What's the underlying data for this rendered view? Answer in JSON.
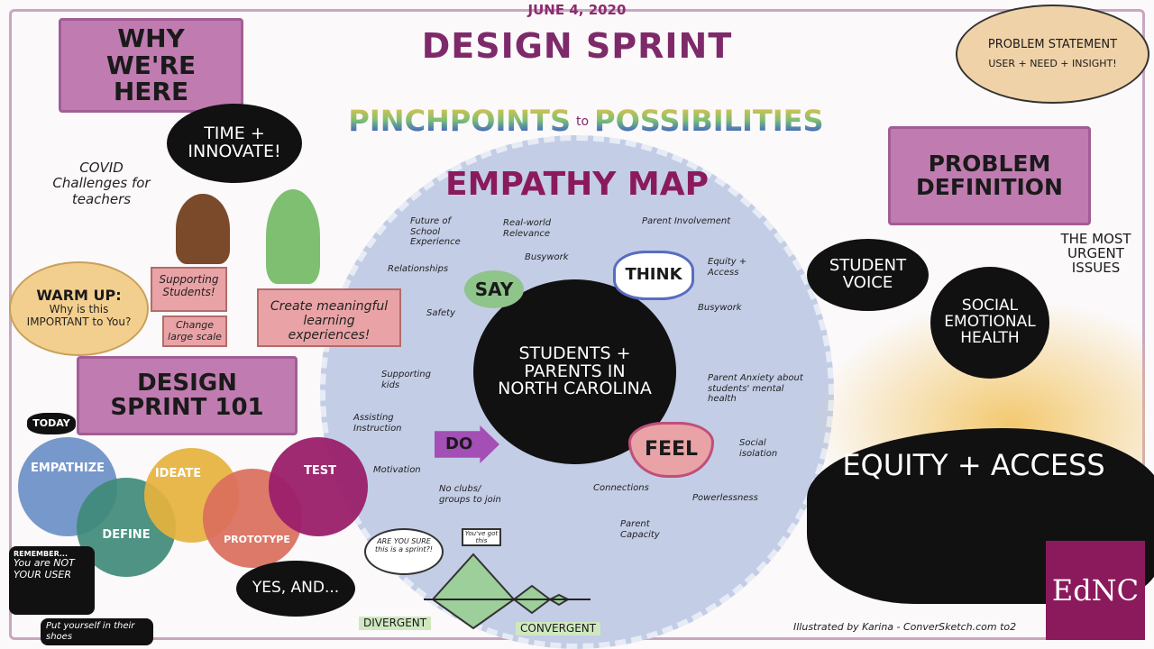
{
  "header": {
    "date": "JUNE 4, 2020",
    "title": "DESIGN SPRINT",
    "subtitle_left": "PINCHPOINTS",
    "subtitle_joiner": "to",
    "subtitle_right": "POSSIBILITIES"
  },
  "empathy_map": {
    "title": "EMPATHY MAP",
    "center": "STUDENTS + PARENTS in NORTH CAROLINA",
    "say": {
      "label": "SAY",
      "items": [
        "Future of School Experience",
        "Real-world Relevance",
        "Busywork",
        "Relationships",
        "Safety"
      ]
    },
    "think": {
      "label": "THINK",
      "items": [
        "Parent Involvement",
        "Equity + Access",
        "Busywork"
      ]
    },
    "do": {
      "label": "DO",
      "items": [
        "Supporting kids",
        "Assisting Instruction",
        "Motivation",
        "No clubs/ groups to join"
      ]
    },
    "feel": {
      "label": "FEEL",
      "items": [
        "Parent Anxiety about students' mental health",
        "Social isolation",
        "Connections",
        "Powerlessness",
        "Parent Capacity"
      ]
    }
  },
  "left": {
    "why": "WHY WE'RE HERE",
    "covid": "COVID Challenges for teachers",
    "time": "TIME + INNOVATE!",
    "warmup_title": "WARM UP:",
    "warmup_text": "Why is this IMPORTANT to You?",
    "supporting": "Supporting Students!",
    "change": "Change large scale",
    "meaningful": "Create meaningful learning experiences!",
    "sprint101": "DESIGN SPRINT 101",
    "today": "TODAY",
    "phases": [
      "EMPATHIZE",
      "DEFINE",
      "IDEATE",
      "PROTOTYPE",
      "TEST"
    ],
    "remember_title": "REMEMBER...",
    "remember_1": "You are NOT YOUR USER",
    "remember_2": "Put yourself in their shoes",
    "yes_and": "YES, AND..."
  },
  "diagram": {
    "question": "ARE YOU SURE this is a sprint?!",
    "encourage": "You've got this",
    "divergent": "DIVERGENT",
    "convergent": "CONVERGENT"
  },
  "right": {
    "statement_title": "PROBLEM STATEMENT",
    "statement_formula": "USER + NEED + INSIGHT!",
    "definition": "PROBLEM DEFINITION",
    "urgent": "THE MOST URGENT ISSUES",
    "voice": "STUDENT VOICE",
    "social": "SOCIAL EMOTIONAL HEALTH",
    "equity": "EQUITY + ACCESS"
  },
  "logo": "EdNC",
  "credit": "Illustrated by Karina - ConverSketch.com to2",
  "colors": {
    "map_bg": "#c3cde6",
    "purple": "#c07cb0",
    "say": "#8fc48a",
    "feel": "#e9a3a6",
    "do": "#a34fb5",
    "logo": "#8b1a5c",
    "warm": "#f3cf8f"
  }
}
